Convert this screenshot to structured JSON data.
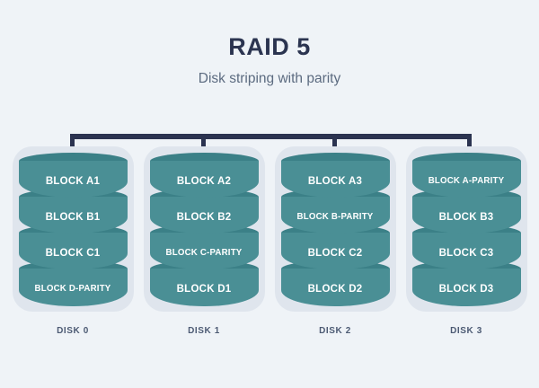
{
  "header": {
    "title": "RAID 5",
    "subtitle": "Disk striping with parity"
  },
  "colors": {
    "background": "#eff3f7",
    "bus": "#2b3350",
    "shell": "#dfe5ed",
    "cylinder_body": "#4a8f95",
    "cylinder_top": "#3b8087",
    "title_text": "#2b3450",
    "subtitle_text": "#5c6b80",
    "block_text": "#ffffff",
    "disk_label_text": "#4c5a73"
  },
  "diagram": {
    "type": "raid-array",
    "disk_count": 4,
    "blocks_per_disk": 4,
    "disks": [
      {
        "name": "DISK 0",
        "blocks": [
          {
            "label": "BLOCK A1",
            "parity": false
          },
          {
            "label": "BLOCK B1",
            "parity": false
          },
          {
            "label": "BLOCK C1",
            "parity": false
          },
          {
            "label": "BLOCK D-PARITY",
            "parity": true
          }
        ]
      },
      {
        "name": "DISK 1",
        "blocks": [
          {
            "label": "BLOCK A2",
            "parity": false
          },
          {
            "label": "BLOCK B2",
            "parity": false
          },
          {
            "label": "BLOCK C-PARITY",
            "parity": true
          },
          {
            "label": "BLOCK D1",
            "parity": false
          }
        ]
      },
      {
        "name": "DISK 2",
        "blocks": [
          {
            "label": "BLOCK A3",
            "parity": false
          },
          {
            "label": "BLOCK B-PARITY",
            "parity": true
          },
          {
            "label": "BLOCK C2",
            "parity": false
          },
          {
            "label": "BLOCK D2",
            "parity": false
          }
        ]
      },
      {
        "name": "DISK 3",
        "blocks": [
          {
            "label": "BLOCK A-PARITY",
            "parity": true
          },
          {
            "label": "BLOCK B3",
            "parity": false
          },
          {
            "label": "BLOCK C3",
            "parity": false
          },
          {
            "label": "BLOCK D3",
            "parity": false
          }
        ]
      }
    ]
  }
}
